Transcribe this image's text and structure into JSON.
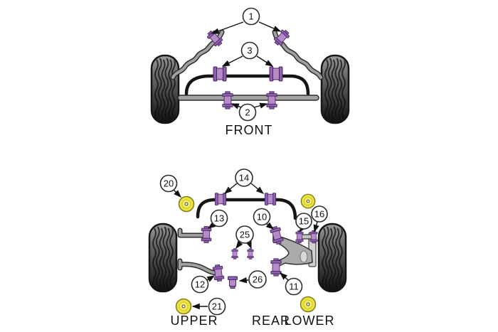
{
  "front_diagram": {
    "label": "FRONT",
    "callouts": {
      "c1": "1",
      "c2": "2",
      "c3": "3"
    }
  },
  "rear_diagram": {
    "labels": {
      "upper": "UPPER",
      "center": "REAR",
      "lower": "LOWER"
    },
    "callouts": {
      "c10": "10",
      "c11": "11",
      "c12": "12",
      "c13": "13",
      "c14": "14",
      "c15": "15",
      "c16": "16",
      "c20": "20",
      "c21": "21",
      "c25": "25",
      "c26": "26"
    }
  },
  "icons": {
    "bushing-icon": "purple flanged suspension bushing",
    "arb-bushing-icon": "purple anti-roll-bar spool bushing",
    "washer-bushing-icon": "yellow bushing washer end view",
    "tire-icon": "tire with wavy tread",
    "callout-circle-icon": "numbered part callout circle",
    "arrow-icon": "black pointer arrow"
  },
  "colors": {
    "background": "#ffffff",
    "bushing_purple": "#b58cc9",
    "bushing_purple_dark": "#8f5fae",
    "bushing_outline": "#46275f",
    "washer_yellow": "#ece33b",
    "metal_gray": "#a0a0a0",
    "bar_black": "#151515",
    "text": "#111111"
  }
}
